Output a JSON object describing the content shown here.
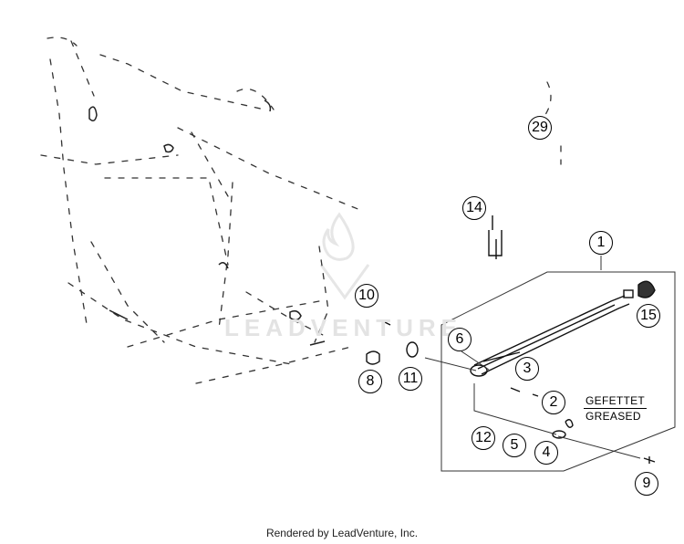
{
  "callouts": {
    "c1": "1",
    "c2": "2",
    "c3": "3",
    "c4": "4",
    "c5": "5",
    "c6": "6",
    "c8": "8",
    "c9": "9",
    "c10": "10",
    "c11": "11",
    "c12": "12",
    "c14": "14",
    "c15": "15",
    "c29": "29"
  },
  "note": {
    "de": "GEFETTET",
    "en": "GREASED"
  },
  "watermark": "LEADVENTURE",
  "credit": "Rendered by LeadVenture, Inc."
}
